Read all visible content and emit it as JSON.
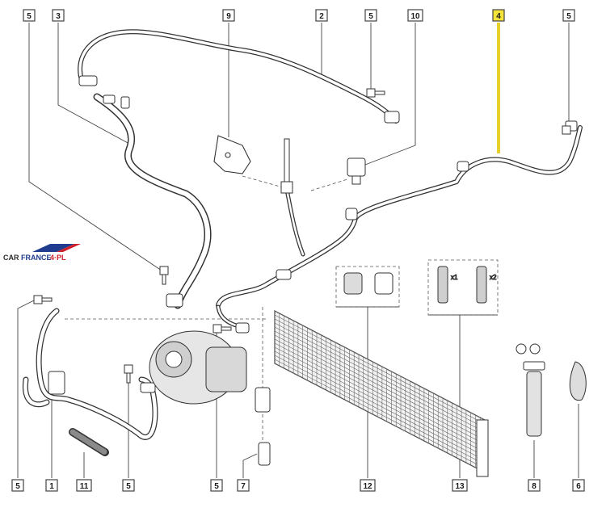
{
  "brand": {
    "logo_prefix": "CAR",
    "logo_middle": "FRANCE",
    "logo_suffix": "4·PL",
    "colors": {
      "blue": "#1f3c8f",
      "red": "#d0202a",
      "ink": "#2b2b2b",
      "highlight": "#f4e43a"
    }
  },
  "callouts": [
    {
      "id": "c-5-a",
      "label": "5"
    },
    {
      "id": "c-3",
      "label": "3"
    },
    {
      "id": "c-9",
      "label": "9"
    },
    {
      "id": "c-2",
      "label": "2"
    },
    {
      "id": "c-5-b",
      "label": "5"
    },
    {
      "id": "c-10",
      "label": "10"
    },
    {
      "id": "c-4",
      "label": "4",
      "highlighted": true
    },
    {
      "id": "c-5-c",
      "label": "5"
    },
    {
      "id": "c-5-d",
      "label": "5"
    },
    {
      "id": "c-1",
      "label": "1"
    },
    {
      "id": "c-11",
      "label": "11"
    },
    {
      "id": "c-5-e",
      "label": "5"
    },
    {
      "id": "c-5-f",
      "label": "5"
    },
    {
      "id": "c-7",
      "label": "7"
    },
    {
      "id": "c-12",
      "label": "12"
    },
    {
      "id": "c-13",
      "label": "13"
    },
    {
      "id": "c-8",
      "label": "8"
    },
    {
      "id": "c-6",
      "label": "6"
    }
  ],
  "quantity_marks": {
    "valve_left": "x1",
    "valve_right": "x2"
  }
}
